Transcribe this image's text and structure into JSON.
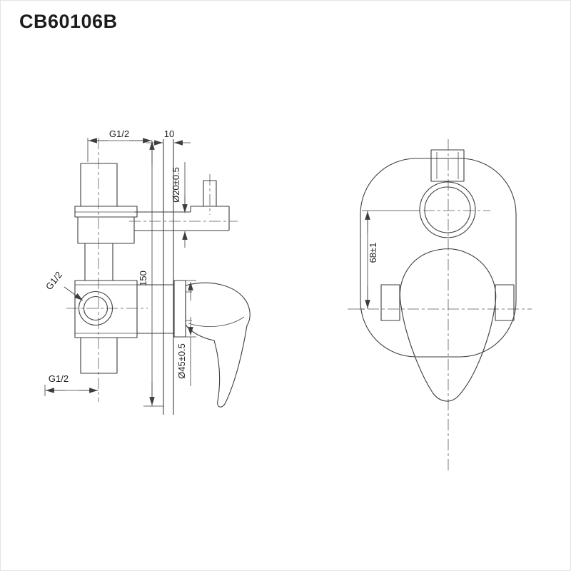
{
  "title": "CB60106B",
  "side_view": {
    "dim_thread_top": "G1/2",
    "dim_wall_thickness": "10",
    "dim_outlet_diameter": "Ø20±0.5",
    "dim_depth": "150",
    "dim_valve_diameter": "Ø45±0.5",
    "dim_thread_side": "G1/2",
    "dim_thread_bottom": "G1/2"
  },
  "front_view": {
    "dim_center_distance": "68±1"
  },
  "colors": {
    "line": "#3d3d3d",
    "text": "#1f1f1f",
    "background": "#ffffff"
  }
}
